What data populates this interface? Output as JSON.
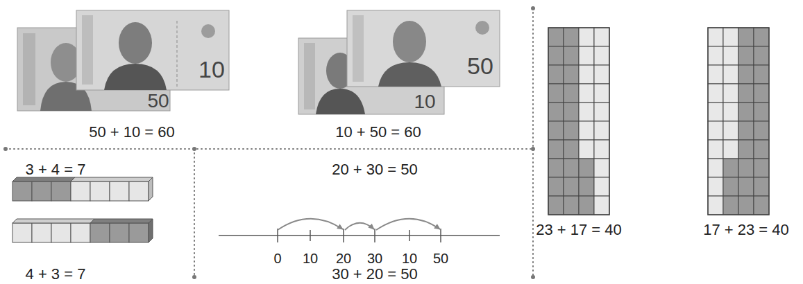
{
  "diagram": {
    "labels": [
      "50",
      "10",
      "50",
      "10",
      "50 + 10 = 60",
      "10 + 50 = 60",
      "3 + 4 = 7",
      "20 + 30 = 50",
      "0",
      "10",
      "20",
      "30",
      "10",
      "50",
      "23 + 17 = 40",
      "17 + 23 = 40",
      "30 + 20 = 50",
      "4 + 3 = 7"
    ]
  }
}
